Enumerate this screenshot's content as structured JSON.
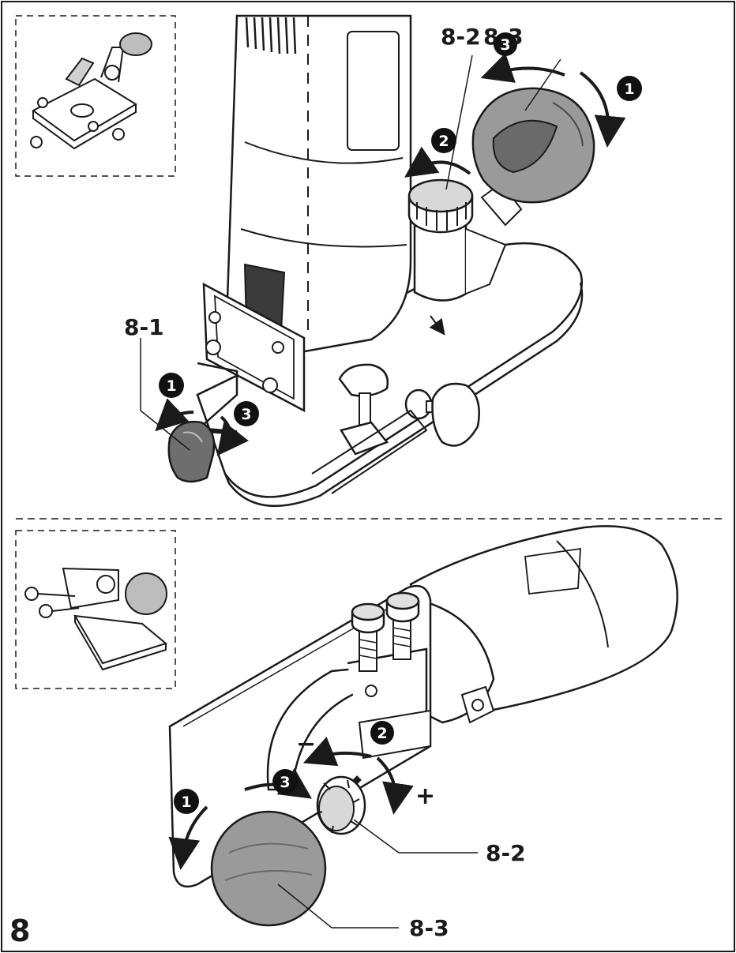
{
  "figure_number": "8",
  "top_view": {
    "labels": {
      "part_a": "8-1",
      "part_b": "8-2",
      "part_c": "8-3"
    },
    "steps": [
      "1",
      "2",
      "3"
    ]
  },
  "bottom_view": {
    "labels": {
      "part_b": "8-2",
      "part_c": "8-3"
    },
    "signs": {
      "minus": "−",
      "plus": "+"
    }
  },
  "colors": {
    "line": "#1a1a1a",
    "knob_gray": "#9a9a9a",
    "knob_dark": "#5e5e5e",
    "paper": "#ffffff"
  }
}
